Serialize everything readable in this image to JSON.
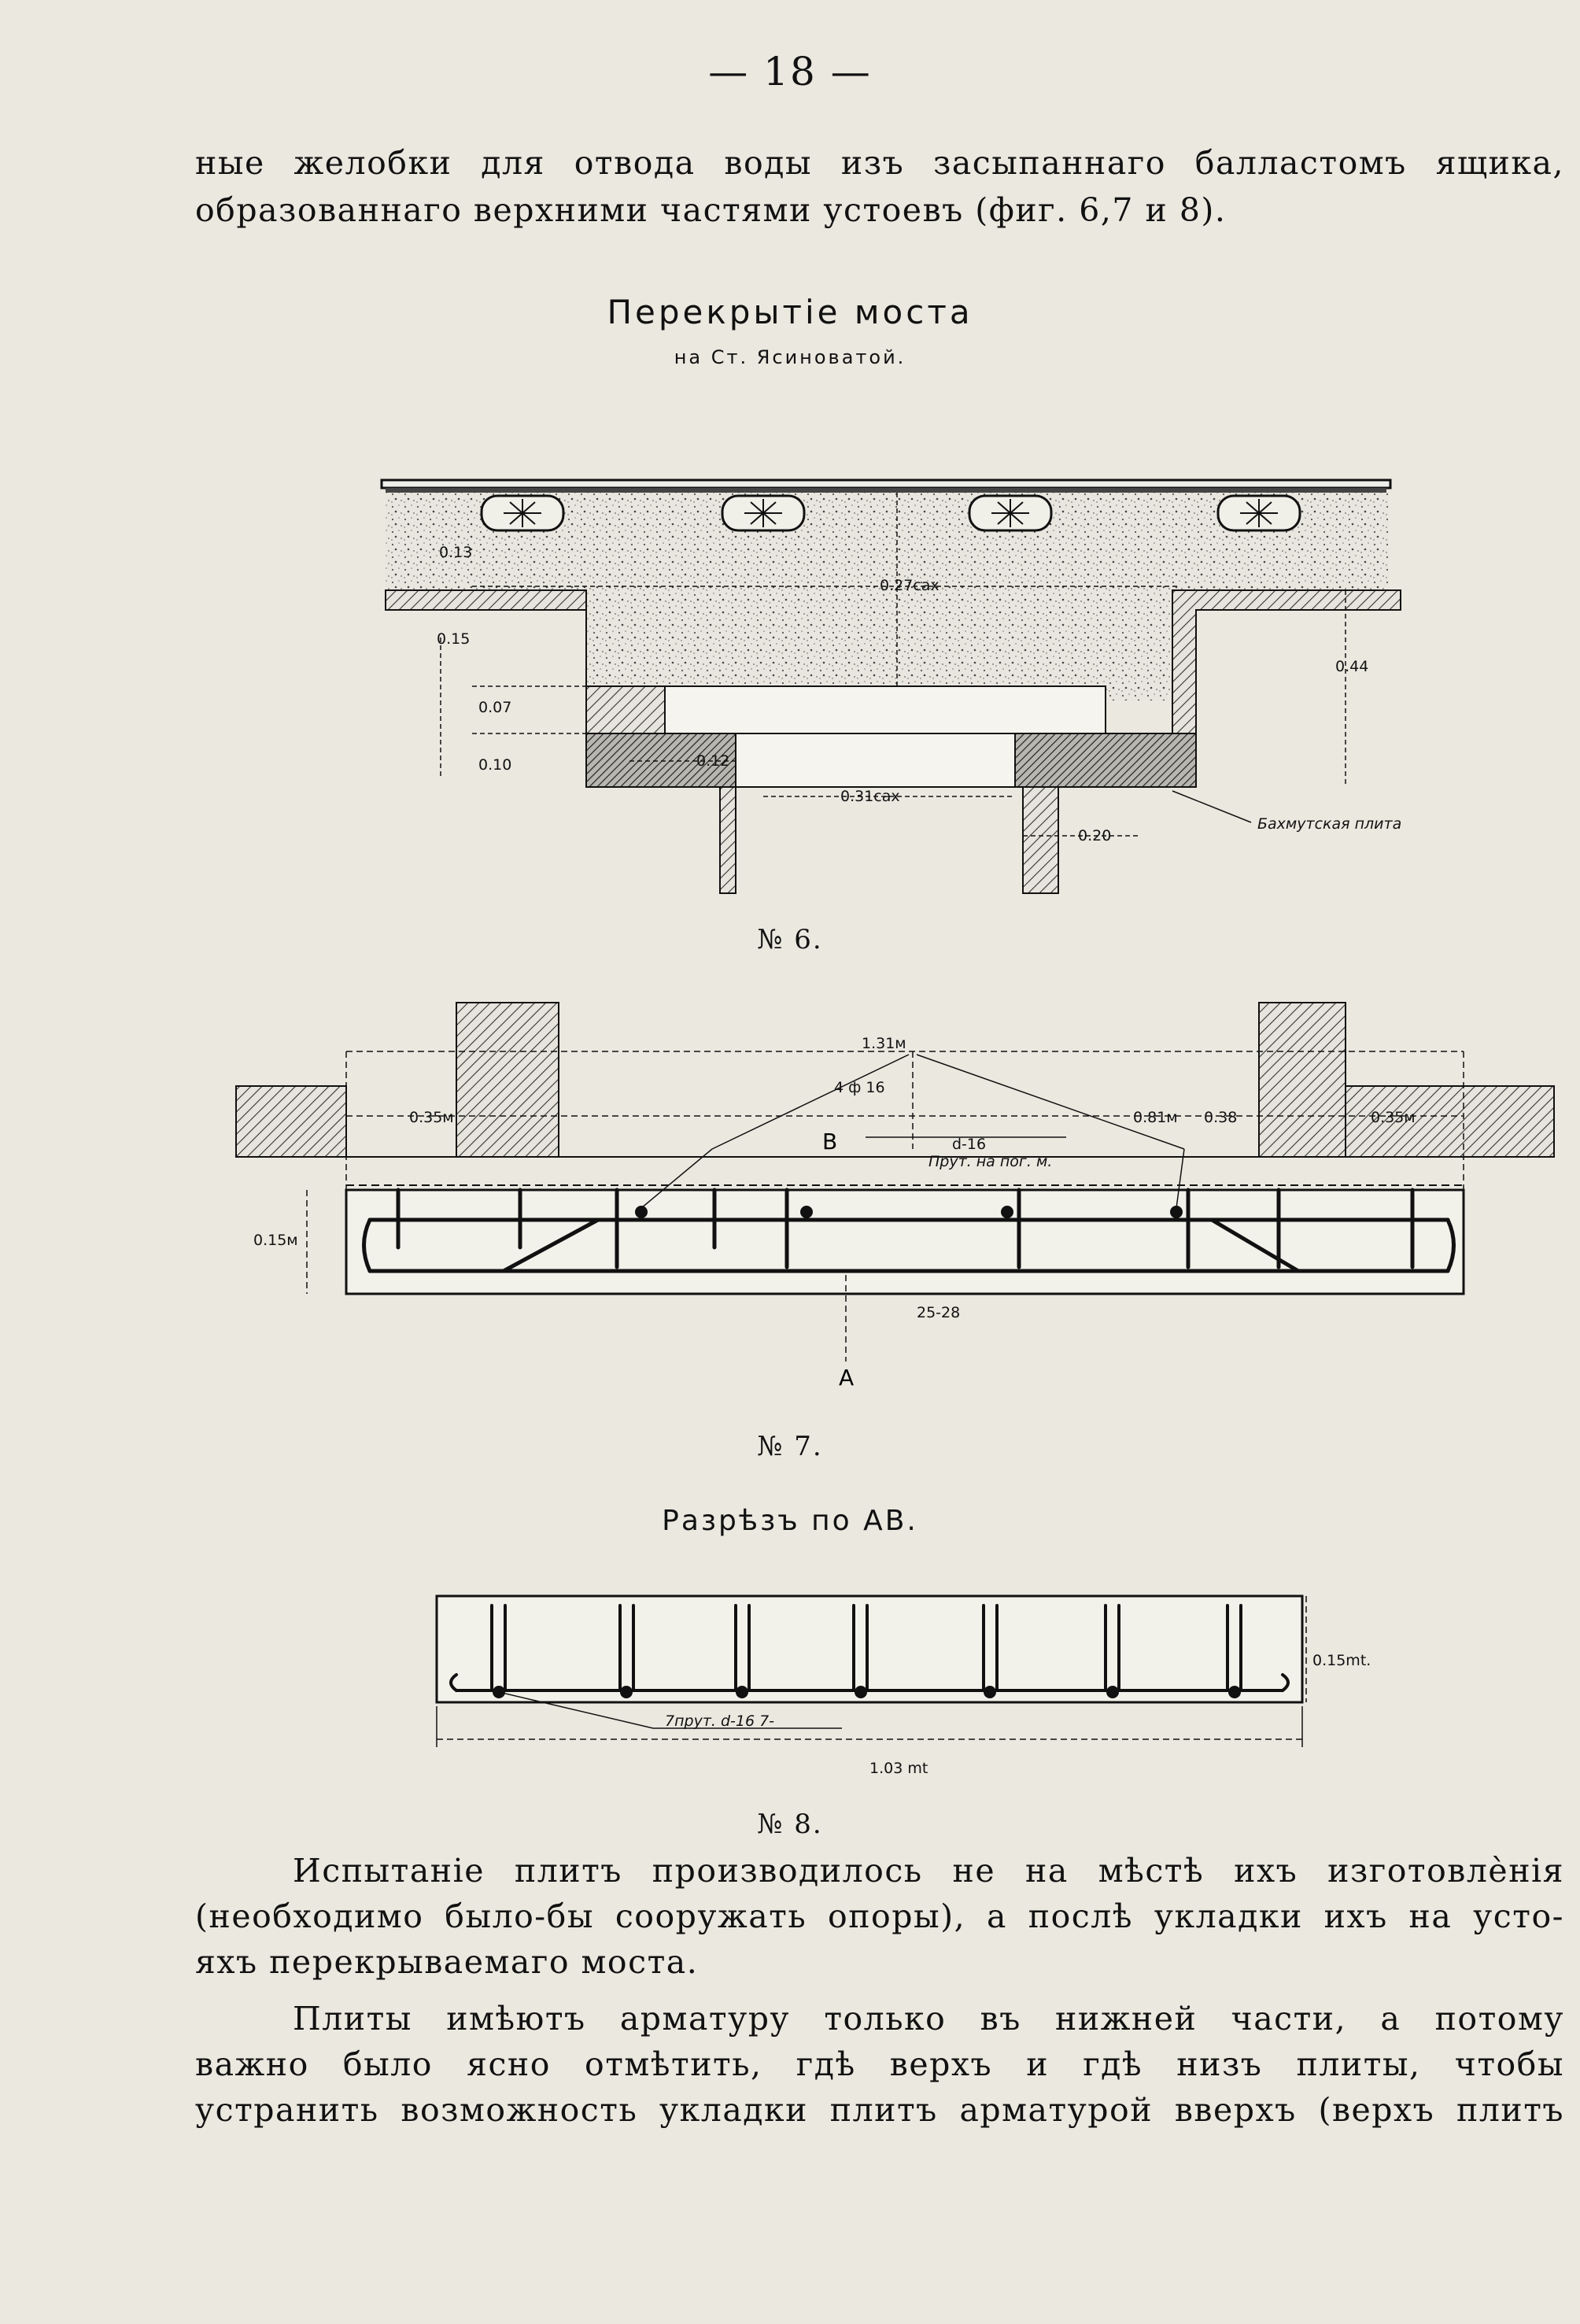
{
  "page_number": "— 18 —",
  "text_top": [
    "ные  желобки для отвода воды изъ засыпаннаго  балластомъ ящика,",
    "образованнаго верхними частями устоевъ (фиг. 6,7 и 8)."
  ],
  "figure6": {
    "title": "Перекрытіе моста",
    "subtitle": "на Ст. Ясиноватой.",
    "labels": {
      "d013": "0.13",
      "d027": "0.27сах",
      "d015": "0.15",
      "d044": "0.44",
      "d007": "0.07",
      "d010": "0.10",
      "d012": "0.12",
      "d031": "0.31сах",
      "d020": "0.20",
      "material": "Бахмутская плита"
    },
    "caption": "№ 6."
  },
  "figure7": {
    "labels": {
      "d131": "1.31м",
      "bars_top": "4 ф 16",
      "d035_left": "0.35м",
      "d081": "0.81м",
      "d038": "0.38",
      "d035_right": "0.35м",
      "rods_note": "Прут. на пог. м.",
      "diameter": "d-16",
      "letter_b": "В",
      "d015": "0.15м",
      "angle": "25-28",
      "letter_a": "А"
    },
    "caption": "№ 7."
  },
  "figure8": {
    "title": "Разрѣзъ по АВ.",
    "labels": {
      "d015": "0.15mt.",
      "rods": "7прут. d-16 7-",
      "d103": "1.03 mt"
    },
    "caption": "№ 8."
  },
  "text_bottom": [
    "Испытаніе плитъ  производилось не на мѣстѣ ихъ изготовлѐнія",
    "(необходимо было-бы сооружать опоры), а послѣ укладки ихъ на усто-",
    "яхъ перекрываемаго моста.",
    "Плиты имѣютъ арматуру только въ нижней части, а потому",
    "важно было ясно отмѣтить, гдѣ верхъ и гдѣ низъ плиты, чтобы",
    "устранить возможность укладки плитъ арматурой вверхъ (верхъ плитъ"
  ]
}
